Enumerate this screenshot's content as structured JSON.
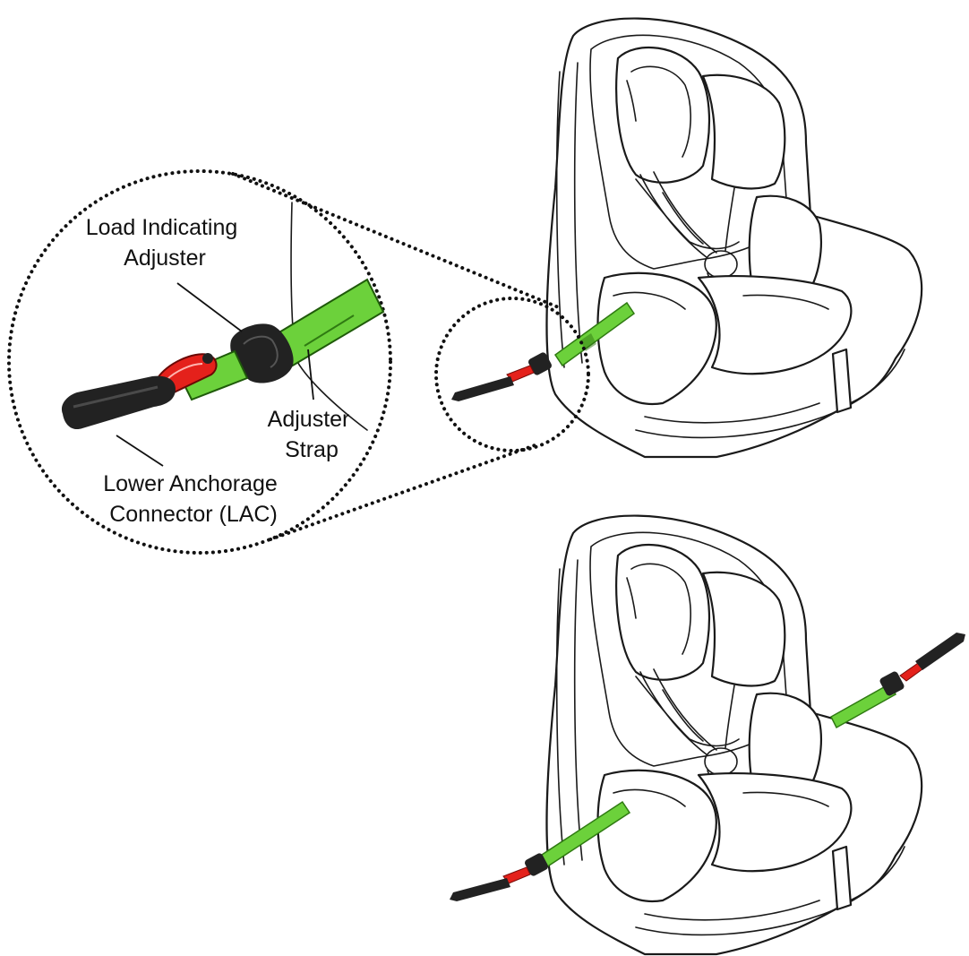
{
  "colors": {
    "strap": "#6cd13b",
    "strap_dark": "#2f7a12",
    "indicator": "#e4211b",
    "connector": "#222222",
    "outline": "#1a1a1a"
  },
  "labels": {
    "load_indicating_adjuster": [
      "Load Indicating",
      "Adjuster"
    ],
    "adjuster_strap": [
      "Adjuster",
      "Strap"
    ],
    "lower_anchorage_connector": [
      "Lower Anchorage",
      "Connector (LAC)"
    ]
  }
}
